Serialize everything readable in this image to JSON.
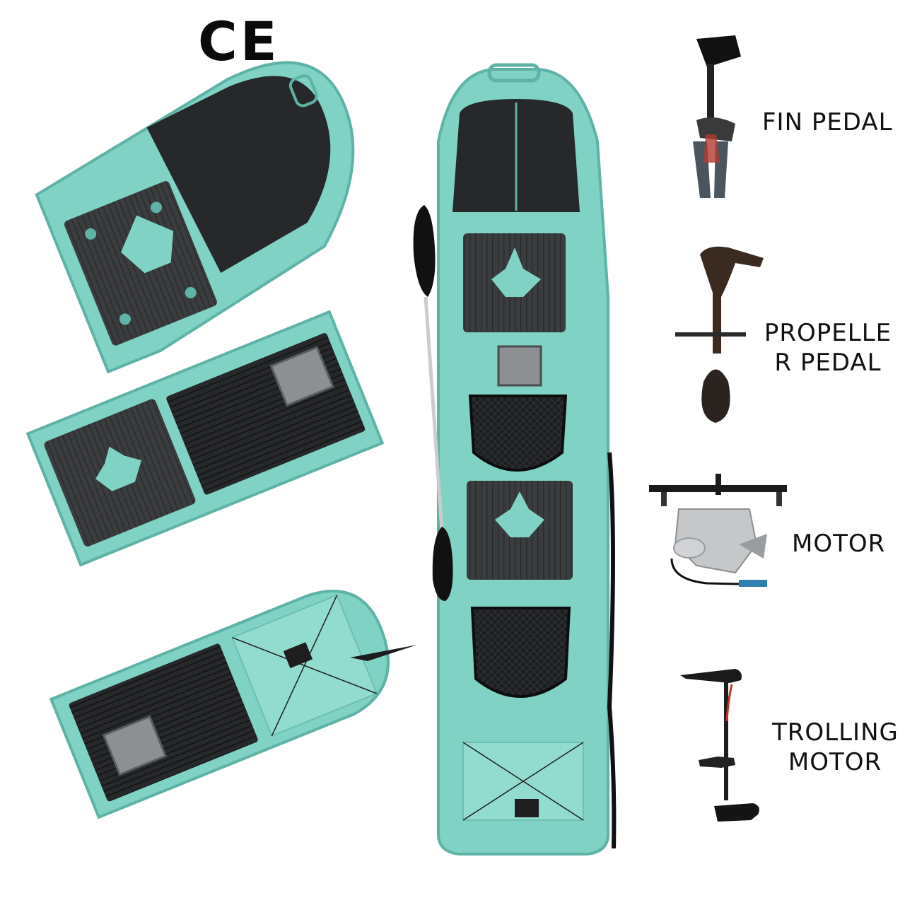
{
  "marks": {
    "ce": "CE"
  },
  "accessories": [
    {
      "name": "fin-pedal",
      "lines": [
        "FIN PEDAL"
      ]
    },
    {
      "name": "propeller-pedal",
      "lines": [
        "PROPELLE",
        "R PEDAL"
      ]
    },
    {
      "name": "motor",
      "lines": [
        "MOTOR"
      ]
    },
    {
      "name": "trolling-motor",
      "lines": [
        "TROLLING",
        "MOTOR"
      ]
    }
  ],
  "colors": {
    "hull": "#7fd2c4",
    "hull_dark": "#5fb3a6",
    "deck": "#3a3c3e",
    "seat": "#1c1c1e",
    "text": "#111111"
  }
}
